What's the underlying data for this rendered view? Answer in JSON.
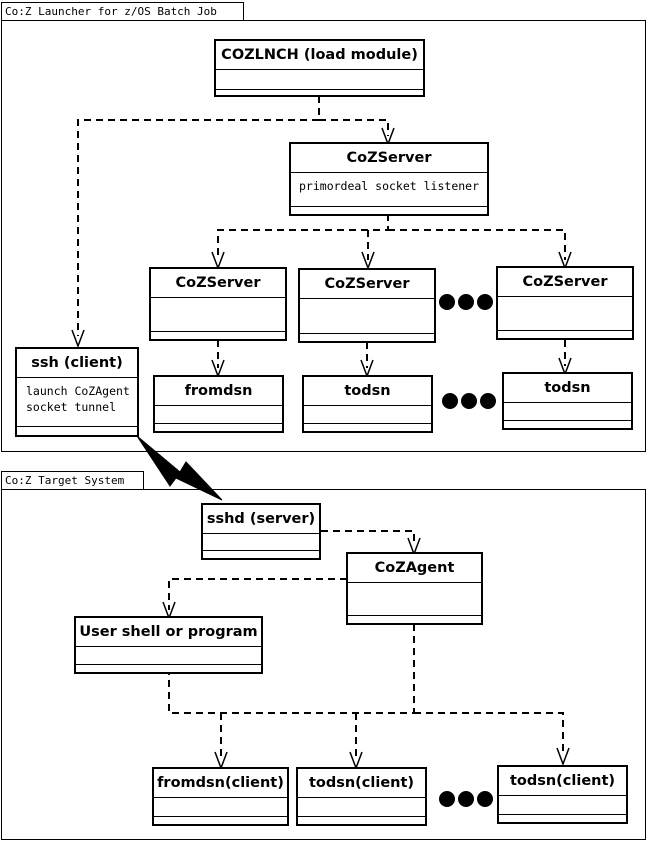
{
  "launcher_package": {
    "label": "Co:Z Launcher for z/OS Batch Job",
    "coz_lnch": {
      "title": "COZLNCH (load module)"
    },
    "coz_server_main": {
      "title": "CoZServer",
      "text": "primordeal socket listener"
    },
    "coz_server_1": {
      "title": "CoZServer"
    },
    "coz_server_2": {
      "title": "CoZServer"
    },
    "coz_server_3": {
      "title": "CoZServer"
    },
    "fromdsn": {
      "title": "fromdsn"
    },
    "todsn_1": {
      "title": "todsn"
    },
    "todsn_2": {
      "title": "todsn"
    },
    "ssh_client": {
      "title": "ssh (client)",
      "line1": "launch CoZAgent",
      "line2": "socket tunnel"
    }
  },
  "target_package": {
    "label": "Co:Z Target System",
    "sshd": {
      "title": "sshd (server)"
    },
    "coz_agent": {
      "title": "CoZAgent"
    },
    "user_shell": {
      "title": "User shell or program"
    },
    "fromdsn_client": {
      "title": "fromdsn(client)"
    },
    "todsn_client_1": {
      "title": "todsn(client)"
    },
    "todsn_client_2": {
      "title": "todsn(client)"
    }
  }
}
